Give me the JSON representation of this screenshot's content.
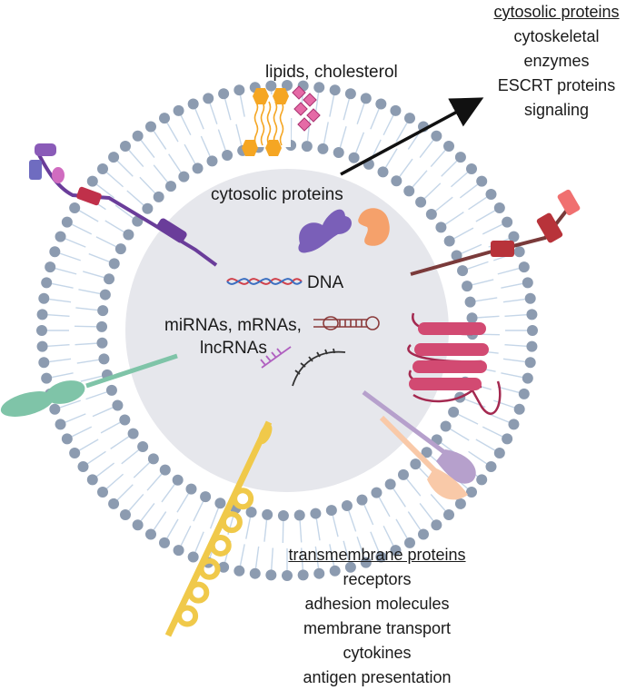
{
  "labels": {
    "lipids": "lipids, cholesterol",
    "cytosolic_inner": "cytosolic proteins",
    "dna": "DNA",
    "rnas_line1": "miRNAs, mRNAs,",
    "rnas_line2": "lncRNAs"
  },
  "cytosolic_proteins": {
    "heading": "cytosolic proteins",
    "items": [
      "cytoskeletal",
      "enzymes",
      "ESCRT proteins",
      "signaling"
    ]
  },
  "transmembrane_proteins": {
    "heading": "transmembrane proteins",
    "items": [
      "receptors",
      "adhesion molecules",
      "membrane transport",
      "cytokines",
      "antigen presentation"
    ]
  },
  "colors": {
    "membrane_bead": "#8c9bb0",
    "lumen": "#e6e7ec",
    "tail": "#c5d6e8",
    "lipid_orange": "#f5a623",
    "cholesterol_pink": "#e56aa6",
    "purple": "#6a3d9a",
    "red": "#c0304a",
    "teal": "#7fc4a8",
    "yellow": "#f0c94a",
    "lilac": "#b6a0cc",
    "peach": "#f9c9a8"
  }
}
